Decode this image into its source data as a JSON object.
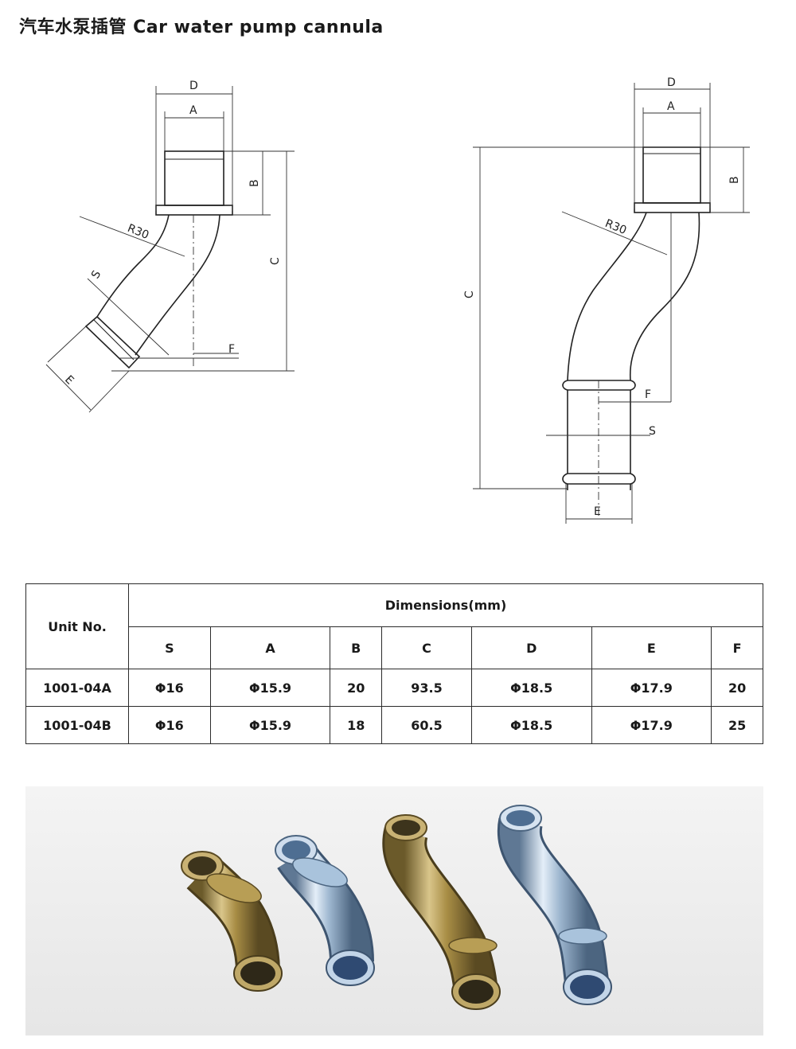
{
  "page": {
    "title": "汽车水泵插管 Car water pump cannula"
  },
  "drawing_left": {
    "labels": {
      "d": "D",
      "a": "A",
      "b": "B",
      "c": "C",
      "r": "R30",
      "s": "S",
      "e": "E",
      "f": "F"
    }
  },
  "drawing_right": {
    "labels": {
      "d": "D",
      "a": "A",
      "b": "B",
      "c": "C",
      "r": "R30",
      "s": "S",
      "e": "E",
      "f": "F"
    }
  },
  "table": {
    "unit_header": "Unit   No.",
    "group_header": "Dimensions(mm)",
    "columns": [
      "S",
      "A",
      "B",
      "C",
      "D",
      "E",
      "F"
    ],
    "rows": [
      {
        "unit": "1001-04A",
        "values": [
          "Φ16",
          "Φ15.9",
          "20",
          "93.5",
          "Φ18.5",
          "Φ17.9",
          "20"
        ]
      },
      {
        "unit": "1001-04B",
        "values": [
          "Φ16",
          "Φ15.9",
          "18",
          "60.5",
          "Φ18.5",
          "Φ17.9",
          "25"
        ]
      }
    ]
  },
  "photo": {
    "items": [
      {
        "finish": "gold-zinc",
        "shape": "single-bend",
        "color": "#b49a4a"
      },
      {
        "finish": "blue-zinc",
        "shape": "single-bend",
        "color": "#a9c3dc"
      },
      {
        "finish": "gold-zinc",
        "shape": "s-bend",
        "color": "#b49a4a"
      },
      {
        "finish": "blue-zinc",
        "shape": "s-bend",
        "color": "#a9c3dc"
      }
    ]
  }
}
